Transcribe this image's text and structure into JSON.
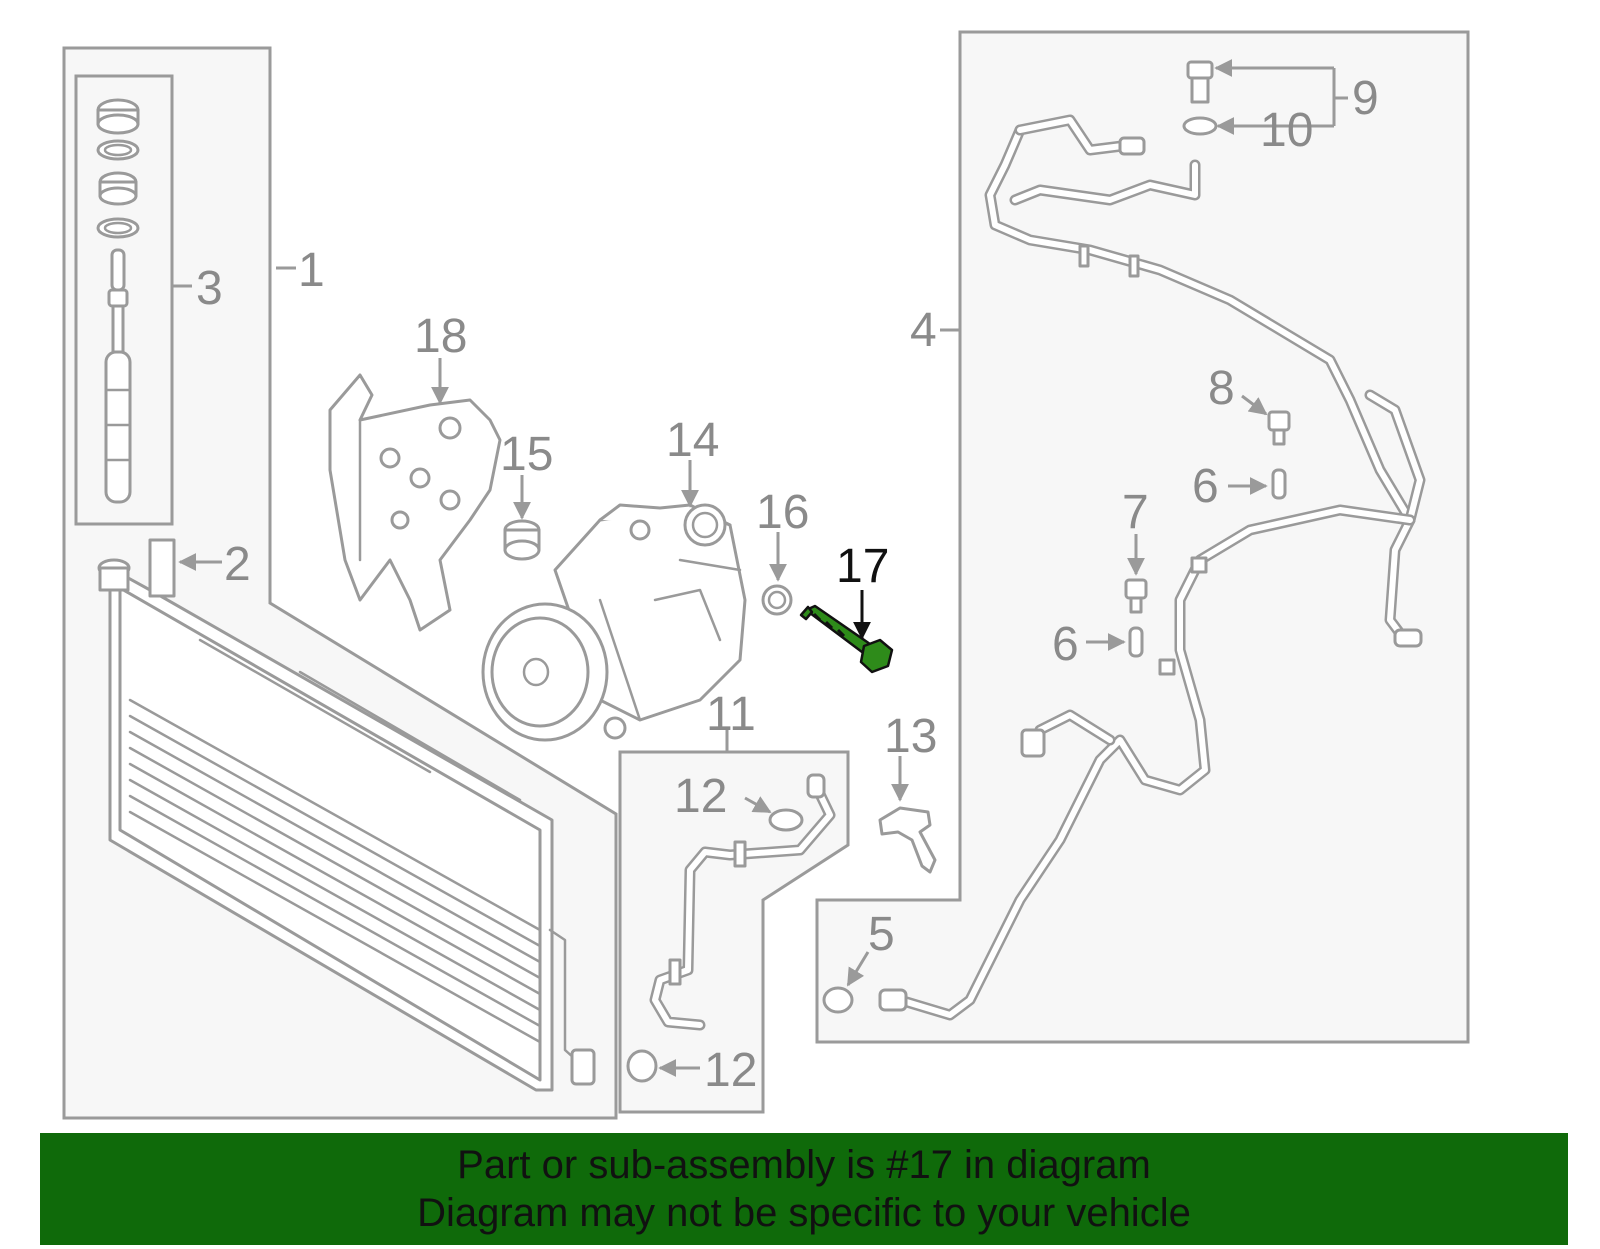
{
  "callouts": [
    {
      "id": "c1",
      "text": "1"
    },
    {
      "id": "c2",
      "text": "2"
    },
    {
      "id": "c3",
      "text": "3"
    },
    {
      "id": "c4",
      "text": "4"
    },
    {
      "id": "c5",
      "text": "5"
    },
    {
      "id": "c6a",
      "text": "6"
    },
    {
      "id": "c6b",
      "text": "6"
    },
    {
      "id": "c7",
      "text": "7"
    },
    {
      "id": "c8",
      "text": "8"
    },
    {
      "id": "c9",
      "text": "9"
    },
    {
      "id": "c10",
      "text": "10"
    },
    {
      "id": "c11",
      "text": "11"
    },
    {
      "id": "c12a",
      "text": "12"
    },
    {
      "id": "c12b",
      "text": "12"
    },
    {
      "id": "c13",
      "text": "13"
    },
    {
      "id": "c14",
      "text": "14"
    },
    {
      "id": "c15",
      "text": "15"
    },
    {
      "id": "c16",
      "text": "16"
    },
    {
      "id": "c17",
      "text": "17"
    },
    {
      "id": "c18",
      "text": "18"
    }
  ],
  "highlight_part": "17",
  "colors": {
    "banner_bg": "#0f6a0a",
    "highlight": "#2e8b1a",
    "line_gray": "#9a9a9a",
    "label_gray": "#8a8a8a"
  },
  "banner": {
    "line1": "Part or sub-assembly is #17 in diagram",
    "line2": "Diagram may not be specific to your vehicle"
  }
}
